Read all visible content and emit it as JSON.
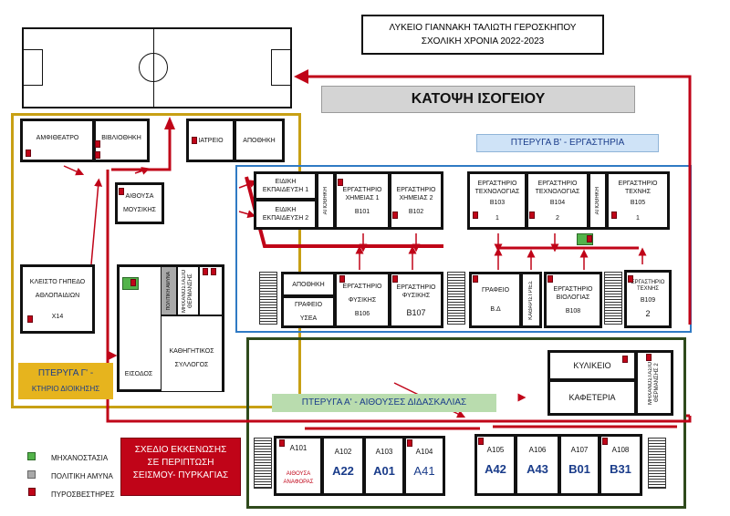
{
  "header": {
    "school_name": "ΛΥΚΕΙΟ ΓΙΑΝΝΑΚΗ ΤΑΛΙΩΤΗ ΓΕΡΟΣΚΗΠΟΥ",
    "school_year": "ΣΧΟΛΙΚΗ ΧΡΟΝΙΑ 2022-2023"
  },
  "plan_title": "ΚΑΤΟΨΗ ΙΣΟΓΕΙΟΥ",
  "wing_b_label": "ΠΤΕΡΥΓΑ Β' - ΕΡΓΑΣΤΗΡΙΑ",
  "wing_a_label": "ΠΤΕΡΥΓΑ Α' - ΑΙΘΟΥΣΕΣ ΔΙΔΑΣΚΑΛΙΑΣ",
  "wing_g_label_line1": "ΠΤΕΡΥΓΑ Γ' -",
  "wing_g_label_line2": "ΚΤΗΡΙΟ ΔΙΟΙΚΗΣΗΣ",
  "evacuation": {
    "line1": "ΣΧΕΔΙΟ ΕΚΚΕΝΩΣΗΣ",
    "line2": "ΣΕ ΠΕΡΙΠΤΩΣΗ",
    "line3": "ΣΕΙΣΜΟΥ- ΠΥΡΚΑΓΙΑΣ"
  },
  "legend": {
    "machine_rooms": "ΜΗΧΑΝΟΣΤΑΣΙΑ",
    "civil_defense": "ΠΟΛΙΤΙΚΗ ΑΜΥΝΑ",
    "extinguishers": "ΠΥΡΟΣΒΕΣΤΗΡΕΣ"
  },
  "colors": {
    "wing_a_border": "#2f4a1c",
    "wing_b_border": "#2f7ac4",
    "wing_g_border": "#c8a014",
    "exit_route": "#c00418",
    "machine_room": "#53b34a",
    "civil_defense": "#a9a9a9",
    "extinguisher": "#c00418"
  },
  "wing_g": {
    "amphitheatre": "ΑΜΦΙΘΕΑΤΡΟ",
    "library": "ΒΙΒΛΙΟΘΗΚΗ",
    "music_room_1": "ΑΙΘΟΥΣΑ",
    "music_room_2": "ΜΟΥΣΙΚΗΣ",
    "court_1": "ΚΛΕΙΣΤΟ ΓΗΠΕΔΟ",
    "court_2": "ΑΘΛΟΠΑΙΔΙΩΝ",
    "court_code": "X14",
    "civil_defense_room": "ΠΟΛΙΤΙΚΗ ΑΜΥΝΑ",
    "heating_room": "ΜΗΧΑΝΟΣΤΑΣΙΟ ΘΕΡΜΑΝΣΗΣ",
    "staff_room_1": "ΚΑΘΗΓΗΤΙΚΟΣ",
    "staff_room_2": "ΣΥΛΛΟΓΟΣ",
    "entrance": "ΕΙΣΟΔΟΣ",
    "infirmary": "ΙΑΤΡΕΙΟ",
    "storage": "ΑΠΟΘΗΚΗ"
  },
  "wing_b": {
    "special_ed_1": "ΕΙΔΙΚΗ ΕΚΠΑΙΔΕΥΣΗ 1",
    "special_ed_2": "ΕΙΔΙΚΗ ΕΚΠΑΙΔΕΥΣΗ 2",
    "storage_vert": "ΑΠΟΘΗΚΗ",
    "chem1_name": "ΕΡΓΑΣΤΗΡΙΟ ΧΗΜΕΙΑΣ 1",
    "chem1_code": "B101",
    "chem2_name": "ΕΡΓΑΣΤΗΡΙΟ ΧΗΜΕΙΑΣ 2",
    "chem2_code": "B102",
    "tech1_name": "ΕΡΓΑΣΤΗΡΙΟ ΤΕΧΝΟΛΟΓΙΑΣ",
    "tech1_code": "B103",
    "tech1_num": "1",
    "tech2_name": "ΕΡΓΑΣΤΗΡΙΟ ΤΕΧΝΟΛΟΓΙΑΣ",
    "tech2_code": "B104",
    "tech2_num": "2",
    "storage2_vert": "ΑΠΟΘΗΚΗ",
    "art1_name": "ΕΡΓΑΣΤΗΡΙΟ ΤΕΧΝΗΣ",
    "art1_code": "B105",
    "art1_num": "1",
    "storage_lower": "ΑΠΟΘΗΚΗ",
    "usea_1": "ΓΡΑΦΕΙΟ",
    "usea_2": "ΥΣΕΑ",
    "phys1_1": "ΕΡΓΑΣΤΗΡΙΟ",
    "phys1_2": "ΦΥΣΙΚΗΣ",
    "phys1_code": "B106",
    "phys2_name": "ΕΡΓΑΣΤΗΡΙΟ ΦΥΣΙΚΗΣ",
    "phys2_code": "B107",
    "office_bd_1": "ΓΡΑΦΕΙΟ",
    "office_bd_2": "Β.Δ",
    "cleaners": "ΚΑΘΑΡΙΣΤΡΙΕΣ",
    "bio_name": "ΕΡΓΑΣΤΗΡΙΟ ΒΙΟΛΟΓΙΑΣ",
    "bio_code": "B108",
    "art2_name": "ΕΡΓΑΣΤΗΡΙΟ ΤΕΧΝΗΣ",
    "art2_code": "B109",
    "art2_num": "2"
  },
  "wing_a": {
    "canteen": "ΚΥΛΙΚΕΙΟ",
    "cafeteria": "ΚΑΦΕΤΕΡΙΑ",
    "heating2": "ΜΗΧΑΝΟΣΤΑΣΙΟ ΘΕΡΜΑΝΣΗΣ 2",
    "classrooms": [
      {
        "code": "A101",
        "sub1": "ΑΙΘΟΥΣΑ",
        "sub2": "ΑΝΑΦΟΡΑΣ"
      },
      {
        "code": "A102",
        "sub": "A22"
      },
      {
        "code": "A103",
        "sub": "A01"
      },
      {
        "code": "A104",
        "sub": "A41"
      },
      {
        "code": "A105",
        "sub": "A42"
      },
      {
        "code": "A106",
        "sub": "A43"
      },
      {
        "code": "A107",
        "sub": "B01"
      },
      {
        "code": "A108",
        "sub": "B31"
      }
    ]
  }
}
